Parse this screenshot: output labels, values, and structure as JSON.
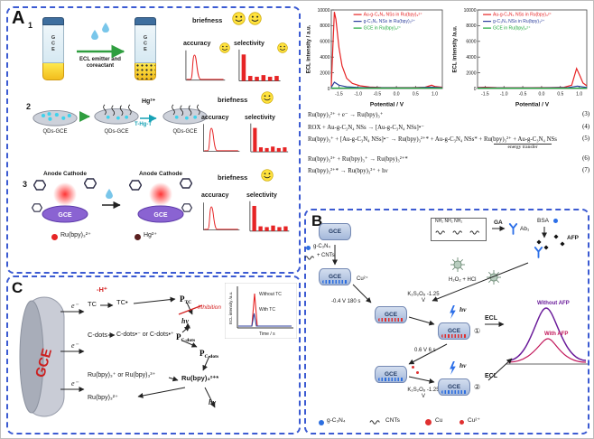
{
  "panelA": {
    "label": "A",
    "gce": "GCE",
    "steps": {
      "s1": "1",
      "s2": "2",
      "s3": "3"
    },
    "metrics": {
      "briefness": "briefness",
      "accuracy": "accuracy",
      "selectivity": "selectivity"
    },
    "row1": {
      "arrow_text": "ECL emitter and coreactant"
    },
    "row2": {
      "disc_label": "QDs-GCE",
      "hg": "Hg²⁺",
      "thgt": "T-Hg-T"
    },
    "row3": {
      "anode_cathode": "Anode Cathode",
      "ru": "Ru(bpy)₃²⁺",
      "hg": "Hg²⁺"
    }
  },
  "equations": {
    "items": [
      {
        "text": "Ru(bpy)₃²⁺ + e⁻ → Ru(bpy)₃⁺",
        "num": "(3)"
      },
      {
        "text": "ROX + Au-g-C₃N₄ NSs → [Au-g-C₃N₄ NSs]•⁻",
        "num": "(4)"
      },
      {
        "text": "Ru(bpy)₃⁺ + [Au-g-C₃N₄ NSs]•⁻ → Ru(bpy)₃²⁺* + Au-g-C₃N₄ NSs* + Ru(bpy)₃²⁺ + Au-g-C₃N₄ NSs",
        "num": "(5)",
        "note": "energy transfer"
      },
      {
        "text": "Ru(bpy)₃³⁺ + Ru(bpy)₃⁺ → Ru(bpy)₃²⁺*",
        "num": "(6)"
      },
      {
        "text": "Ru(bpy)₃²⁺* → Ru(bpy)₃²⁺ + hν",
        "num": "(7)"
      }
    ]
  },
  "chart_data": [
    {
      "type": "line",
      "xlabel": "Potential / V",
      "ylabel": "ECL intensity / a.u.",
      "xlim": [
        -1.7,
        1.2
      ],
      "ylim": [
        0,
        10000
      ],
      "xticks": [
        -1.5,
        -1.0,
        -0.5,
        0.0,
        0.5,
        1.0
      ],
      "yticks": [
        0,
        2000,
        4000,
        6000,
        8000,
        10000
      ],
      "legend_pos": [
        0.2,
        0.03
      ],
      "series": [
        {
          "name": "Au-g-C₃N₄ NSs in Ru(bpy)₃²⁺",
          "color": "#e62425",
          "points": [
            [
              -1.7,
              300
            ],
            [
              -1.66,
              5200
            ],
            [
              -1.62,
              9750
            ],
            [
              -1.58,
              8800
            ],
            [
              -1.5,
              5200
            ],
            [
              -1.42,
              2900
            ],
            [
              -1.3,
              1300
            ],
            [
              -1.15,
              650
            ],
            [
              -0.95,
              350
            ],
            [
              -0.7,
              200
            ],
            [
              -0.4,
              140
            ],
            [
              0.0,
              120
            ],
            [
              0.4,
              120
            ],
            [
              0.75,
              160
            ],
            [
              0.92,
              420
            ],
            [
              1.0,
              260
            ],
            [
              1.2,
              160
            ]
          ]
        },
        {
          "name": "g-C₃N₄ NSs in Ru(bpy)₃²⁺",
          "color": "#2c3e9c",
          "points": [
            [
              -1.7,
              150
            ],
            [
              -1.62,
              800
            ],
            [
              -1.5,
              420
            ],
            [
              -1.3,
              220
            ],
            [
              -1.0,
              140
            ],
            [
              -0.5,
              100
            ],
            [
              0.0,
              90
            ],
            [
              0.5,
              90
            ],
            [
              0.9,
              170
            ],
            [
              1.2,
              100
            ]
          ]
        },
        {
          "name": "GCE in Ru(bpy)₃²⁺",
          "color": "#1faa3c",
          "points": [
            [
              -1.7,
              60
            ],
            [
              1.2,
              60
            ]
          ]
        }
      ]
    },
    {
      "type": "line",
      "xlabel": "Potential / V",
      "ylabel": "ECL intensity /a.u.",
      "xlim": [
        -1.7,
        1.2
      ],
      "ylim": [
        0,
        10000
      ],
      "xticks": [
        -1.5,
        -1.0,
        -0.5,
        0.0,
        0.5,
        1.0
      ],
      "yticks": [
        0,
        2000,
        4000,
        6000,
        8000,
        10000
      ],
      "legend_pos": [
        0.05,
        0.03
      ],
      "series": [
        {
          "name": "Au-g-C₃N₄ NSs in Ru(bpy)₃²⁺",
          "color": "#e62425",
          "points": [
            [
              -1.7,
              130
            ],
            [
              -1.5,
              160
            ],
            [
              -1.2,
              120
            ],
            [
              -0.8,
              100
            ],
            [
              -0.3,
              100
            ],
            [
              0.2,
              110
            ],
            [
              0.6,
              160
            ],
            [
              0.8,
              420
            ],
            [
              0.93,
              2550
            ],
            [
              1.02,
              1600
            ],
            [
              1.1,
              700
            ],
            [
              1.2,
              350
            ]
          ]
        },
        {
          "name": "g-C₃N₄ NSs in Ru(bpy)₃²⁺",
          "color": "#2c3e9c",
          "points": [
            [
              -1.7,
              90
            ],
            [
              -1.0,
              85
            ],
            [
              0.0,
              80
            ],
            [
              0.7,
              110
            ],
            [
              0.95,
              300
            ],
            [
              1.2,
              140
            ]
          ]
        },
        {
          "name": "GCE in Ru(bpy)₃²⁺",
          "color": "#1faa3c",
          "points": [
            [
              -1.7,
              50
            ],
            [
              1.2,
              50
            ]
          ]
        }
      ]
    }
  ],
  "panelB": {
    "label": "B",
    "gce": "GCE",
    "gcn": "g-C₃N₄",
    "plus": "+",
    "cnts": "CNTs",
    "nh2_row": "NH₂  NH₂  NH₂",
    "ga": "GA",
    "ab1": "Ab₁",
    "bsa": "BSA",
    "afp": "AFP",
    "h2o2": "H₂O₂ + HCl",
    "depo": "-0.4 V 180 s",
    "cu2": "Cu²⁺",
    "k1": "K₂S₂O₈ -1.25 V",
    "k2": "K₂S₂O₈ -1.25 V",
    "step06": "0.6 V 6 s",
    "hv": "hν",
    "ecl": "ECL",
    "circ1": "①",
    "circ2": "②",
    "without_afp": "Without AFP",
    "with_afp": "With AFP",
    "legend": {
      "gcn": "g-C₃N₄",
      "cnts": "CNTs",
      "cu": "Cu",
      "cu2": "Cu²⁺"
    }
  },
  "panelC": {
    "label": "C",
    "gce": "GCE",
    "e": "e⁻",
    "minus_h": "-H⁺",
    "tc": "TC",
    "tc_rad": "TC•",
    "p_base": "P",
    "p_tc_sub": "TC",
    "p_cdots_sub": "C-dots",
    "inhibition": "Inhibition",
    "hv": "hν",
    "cdots": "C-dots",
    "cdots_rad": "C-dots•⁻ or C-dots•⁺",
    "ru_or": "Ru(bpy)₃⁺ or Ru(bpy)₃³⁺",
    "ru_excited": "Ru(bpy)₃²⁺*",
    "ru_ground": "Ru(bpy)₃²⁺",
    "inset": {
      "ylabel": "ECL intensity /a.u.",
      "xlabel": "Time / s",
      "without": "Without TC",
      "with": "With TC"
    }
  }
}
